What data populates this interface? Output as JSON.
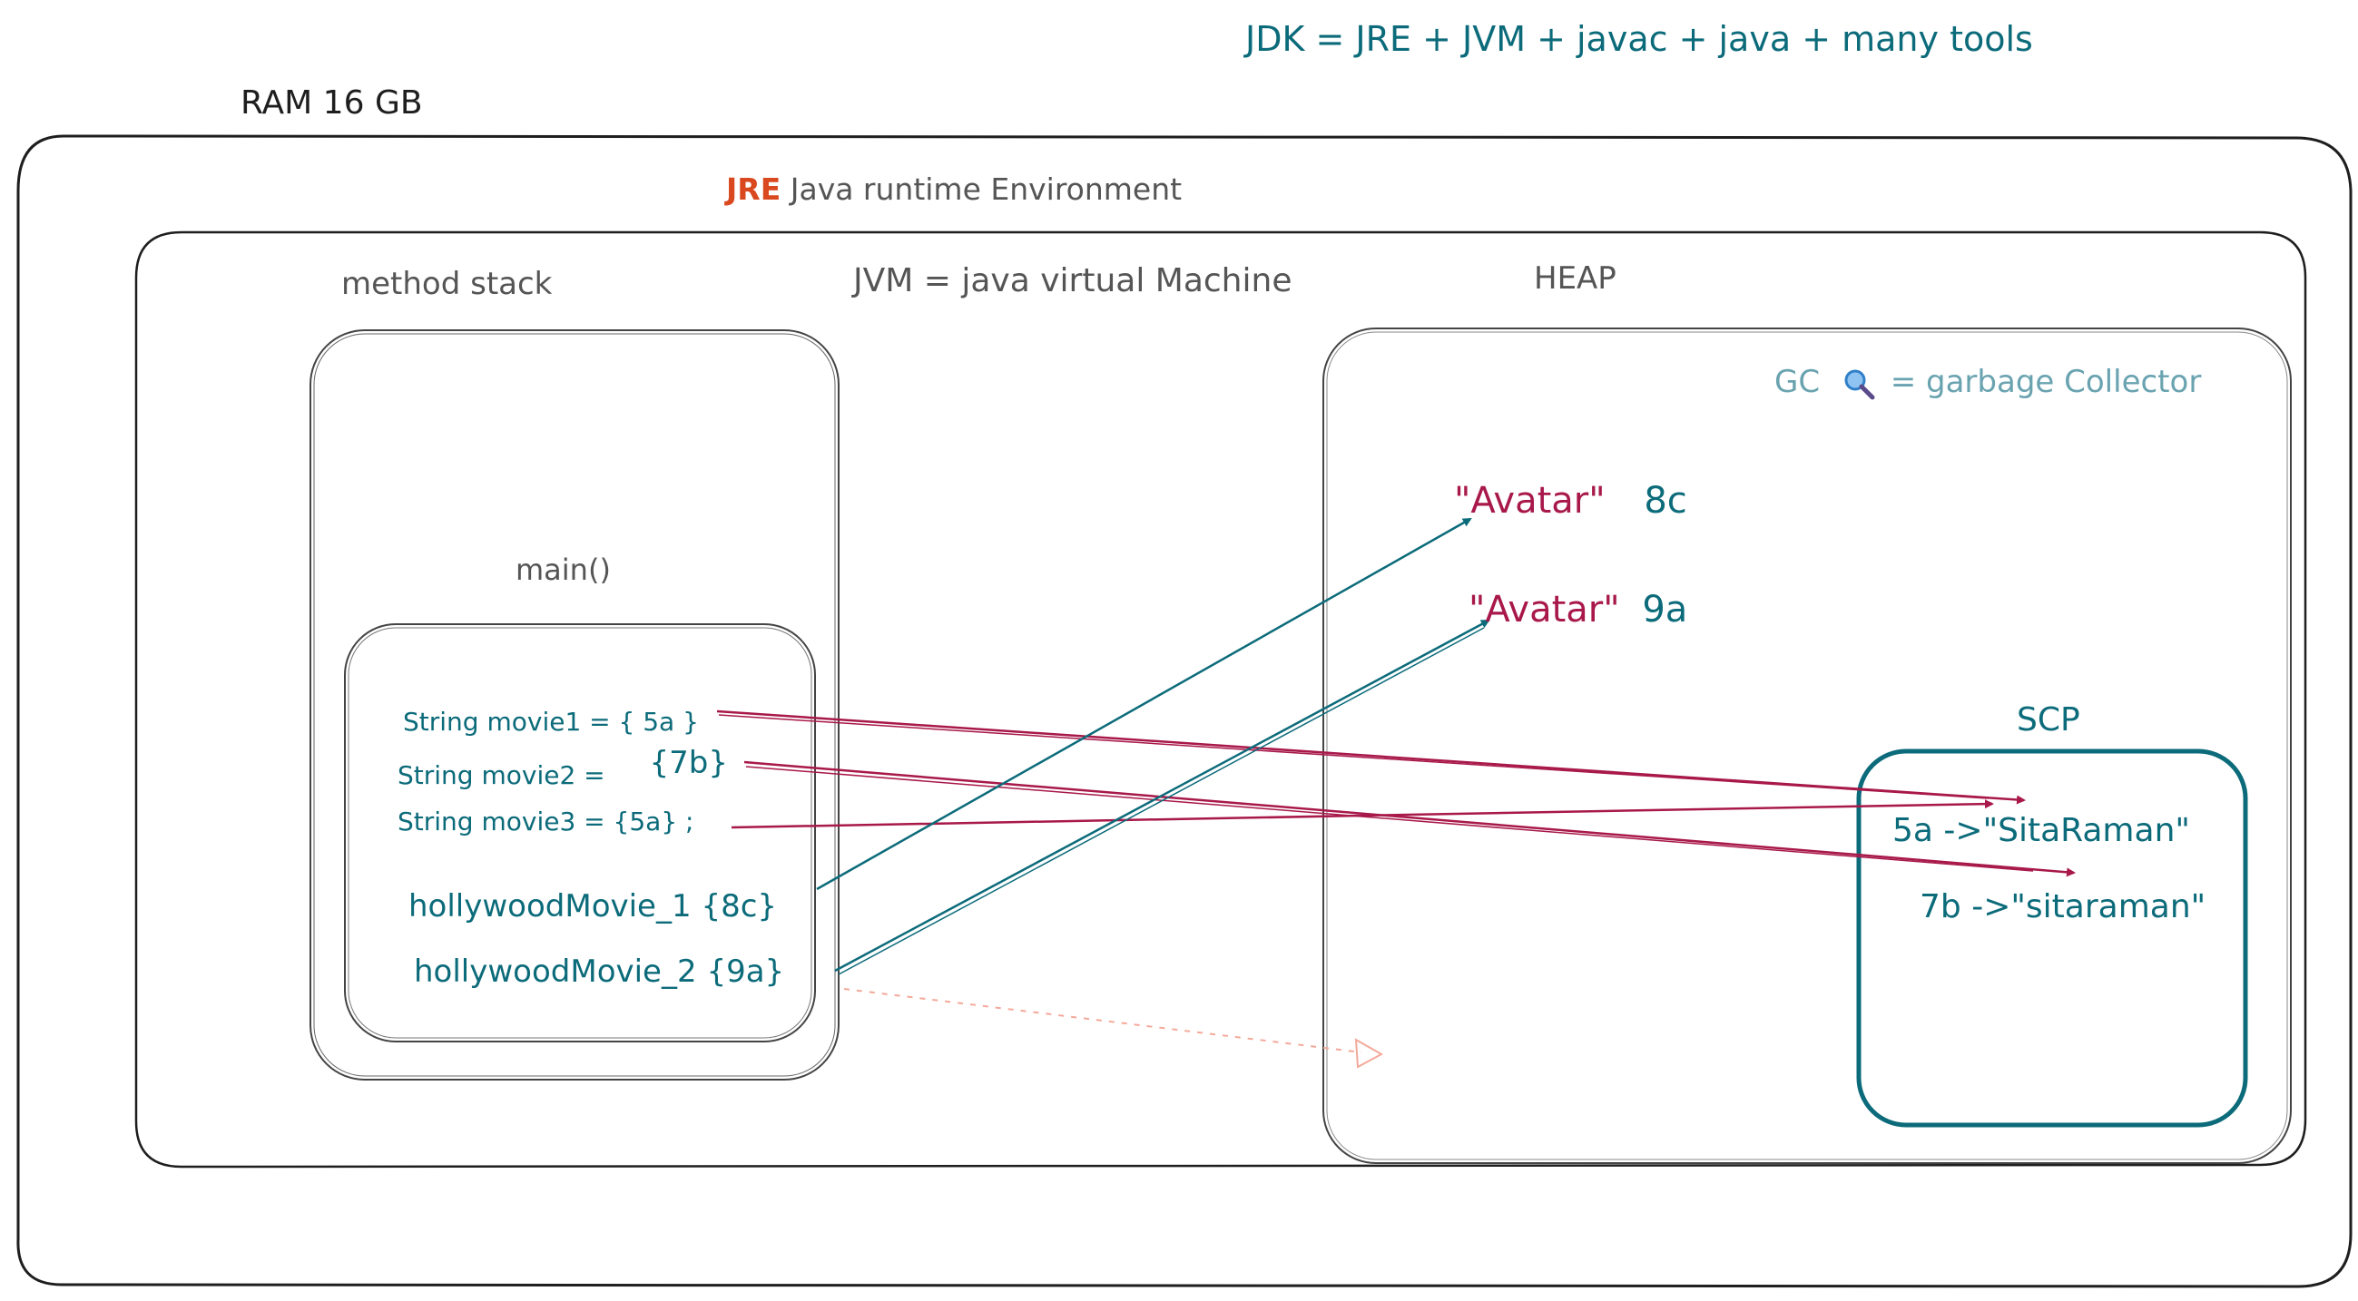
{
  "jdk_formula": "JDK = JRE + JVM + javac + java + many tools",
  "ram_label": "RAM 16 GB",
  "jre": {
    "tag": "JRE",
    "description": "Java runtime Environment"
  },
  "method_stack": {
    "title": "method stack",
    "frame": "main()"
  },
  "jvm_label": "JVM = java virtual Machine",
  "heap": {
    "title": "HEAP",
    "gc_prefix": "GC",
    "gc_icon": "magnifier-icon",
    "gc_suffix": "= garbage Collector",
    "objects": [
      {
        "value": "\"Avatar\"",
        "address": "8c"
      },
      {
        "value": "\"Avatar\"",
        "address": "9a"
      }
    ]
  },
  "scp": {
    "title": "SCP",
    "entries": [
      {
        "address": "5a ->",
        "value": "\"SitaRaman\""
      },
      {
        "address": "7b ->",
        "value": "\"sitaraman\""
      }
    ]
  },
  "variables": [
    {
      "name": "String movie1 =",
      "ref": "{ 5a }"
    },
    {
      "name": "String movie2 =",
      "ref": "{7b}"
    },
    {
      "name": "String movie3 =",
      "ref": "{5a} ;"
    },
    {
      "name": "hollywoodMovie_1",
      "ref": "{8c}"
    },
    {
      "name": "hollywoodMovie_2",
      "ref": "{9a}"
    }
  ],
  "colors": {
    "ink": "#1e1e1e",
    "teal": "#0c6b7a",
    "crimson": "#a8184a",
    "orange": "#d9481f",
    "light_teal": "#6aa3b0",
    "faded_arrow": "#f4a99a"
  }
}
